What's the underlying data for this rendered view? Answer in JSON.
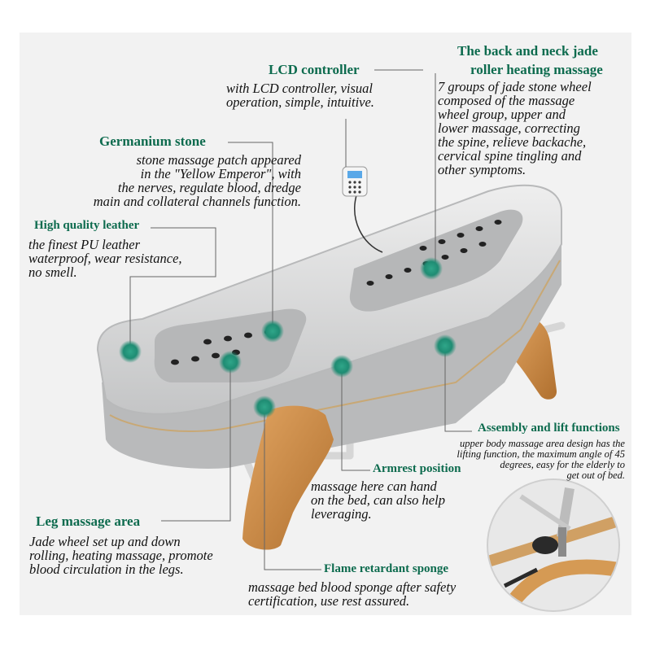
{
  "features": {
    "lcd": {
      "title": "LCD controller",
      "text": "with LCD controller, visual\noperation, simple, intuitive."
    },
    "jade": {
      "title_line1": "The back and neck jade",
      "title_line2": "roller heating massage",
      "text": "7 groups of jade stone wheel\ncomposed of the massage\nwheel group, upper and\nlower massage, correcting\nthe spine, relieve backache,\ncervical spine tingling and\nother symptoms."
    },
    "germanium": {
      "title": "Germanium stone",
      "text": "stone massage patch appeared\nin the \"Yellow Emperor\", with\nthe nerves, regulate blood, dredge\nmain and collateral channels function."
    },
    "leather": {
      "title": "High quality leather",
      "text": "the finest PU leather\nwaterproof, wear resistance,\nno smell."
    },
    "assembly": {
      "title": "Assembly and lift functions",
      "text": "upper body massage area design has the\nlifting function, the maximum angle of 45\ndegrees, easy for the elderly to\nget out of bed."
    },
    "armrest": {
      "title": "Armrest position",
      "text": "massage here can hand\non the bed, can also help\nleveraging."
    },
    "leg": {
      "title": "Leg massage area",
      "text": "Jade wheel set up and down\nrolling, heating massage, promote\nblood circulation in the legs."
    },
    "sponge": {
      "title": "Flame retardant sponge",
      "text": "massage bed blood sponge after safety\ncertification, use rest assured."
    }
  },
  "colors": {
    "accent": "#0d6b4e",
    "marker": "#1f8c73",
    "wood": "#c98a48",
    "leather": "#cfd0d1"
  },
  "icons": [
    "lcd-controller-remote",
    "hotspot-marker"
  ]
}
